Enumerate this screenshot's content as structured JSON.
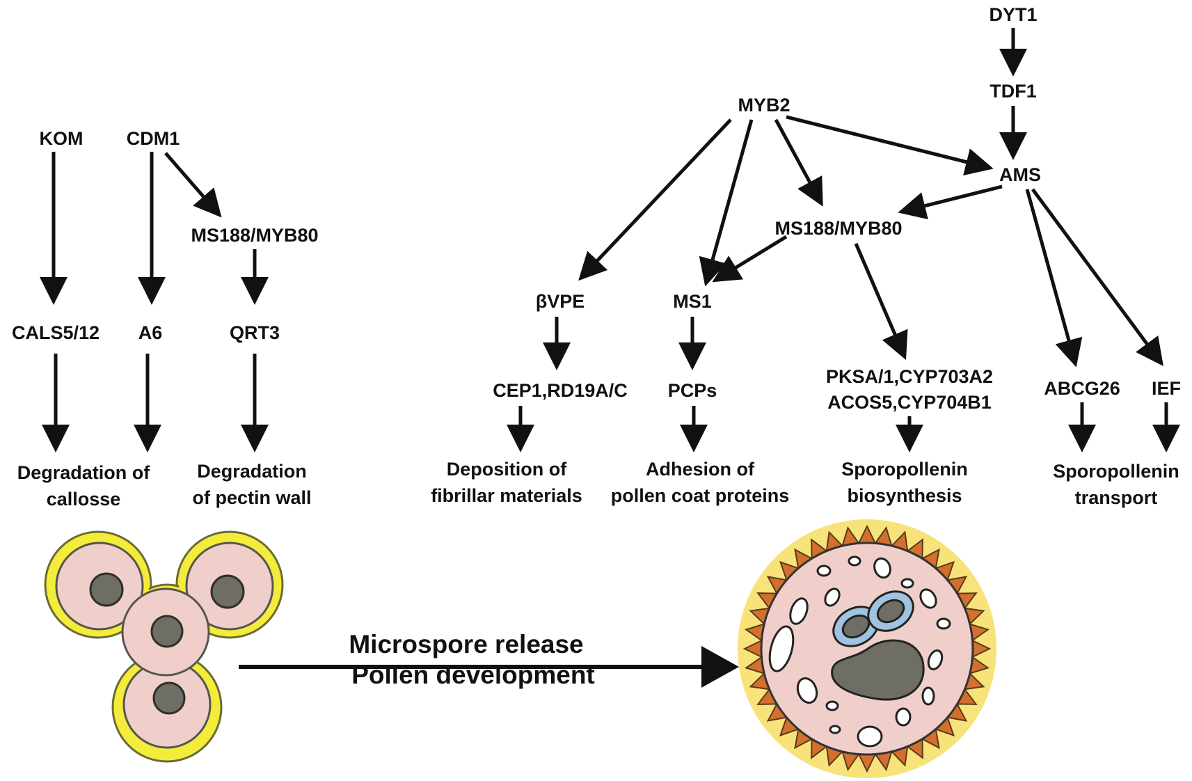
{
  "nodes": {
    "kom": "KOM",
    "cdm1": "CDM1",
    "ms188_left": "MS188/MYB80",
    "cals": "CALS5/12",
    "a6": "A6",
    "qrt3": "QRT3",
    "dyt1": "DYT1",
    "tdf1": "TDF1",
    "myb2": "MYB2",
    "ams": "AMS",
    "ms188_right": "MS188/MYB80",
    "bvpe": "βVPE",
    "ms1": "MS1",
    "cep1": "CEP1,RD19A/C",
    "pcps": "PCPs",
    "pksa_line1": "PKSA/1,CYP703A2",
    "pksa_line2": "ACOS5,CYP704B1",
    "abcg26": "ABCG26",
    "ief": "IEF"
  },
  "outcomes": {
    "callose_line1": "Degradation of",
    "callose_line2": "callosse",
    "pectin_line1": "Degradation",
    "pectin_line2": "of pectin wall",
    "fibrillar_line1": "Deposition of",
    "fibrillar_line2": "fibrillar materials",
    "pcp_line1": "Adhesion of",
    "pcp_line2": "pollen coat proteins",
    "biosyn_line1": "Sporopollenin",
    "biosyn_line2": "biosynthesis",
    "transport_line1": "Sporopollenin",
    "transport_line2": "transport"
  },
  "process": {
    "line1": "Microspore release",
    "line2": "Pollen development"
  },
  "illustrations": {
    "tetrad": "tetrad-with-callose-wall",
    "pollen": "mature-pollen-grain"
  },
  "colors": {
    "callose_yellow": "#f4ec3a",
    "cell_pink": "#f0cfcb",
    "nucleus_gray": "#6e6e64",
    "exine_orange": "#d3702e",
    "pollen_glow": "#f7e37a",
    "vacuole_blue": "#9fc3e0",
    "ink": "#111111"
  }
}
